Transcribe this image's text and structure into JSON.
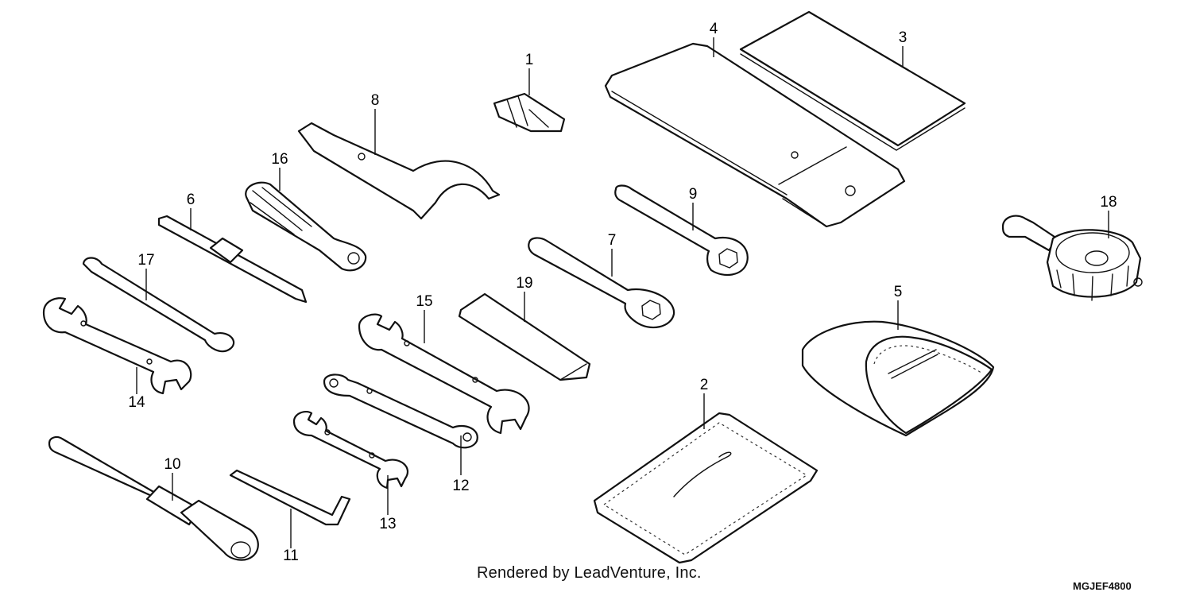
{
  "callouts": {
    "c1": "1",
    "c2": "2",
    "c3": "3",
    "c4": "4",
    "c5": "5",
    "c6": "6",
    "c7": "7",
    "c8": "8",
    "c9": "9",
    "c10": "10",
    "c11": "11",
    "c12": "12",
    "c13": "13",
    "c14": "14",
    "c15": "15",
    "c16": "16",
    "c17": "17",
    "c18": "18",
    "c19": "19"
  },
  "footer": {
    "credit": "Rendered by LeadVenture, Inc.",
    "code": "MGJEF4800"
  }
}
